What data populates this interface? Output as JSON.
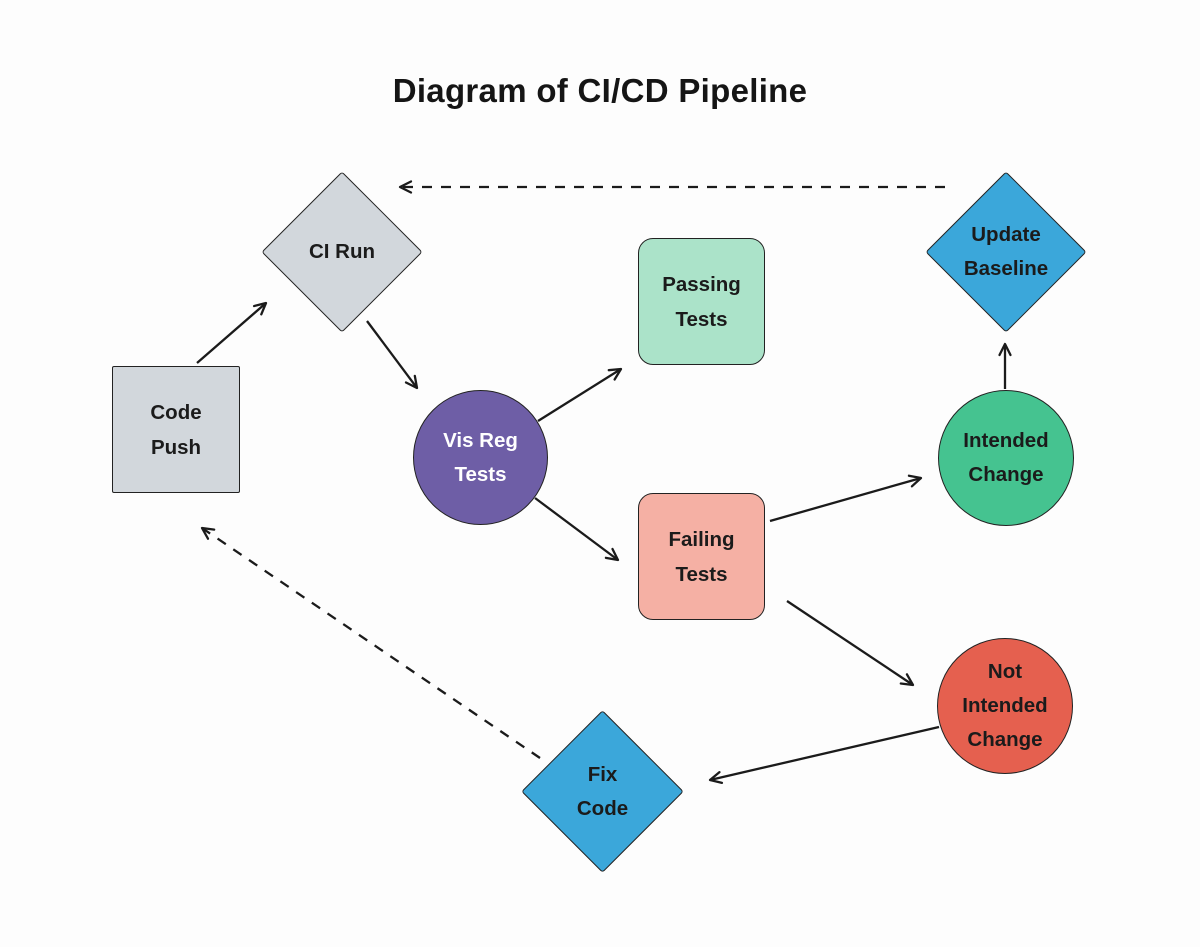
{
  "title": "Diagram of CI/CD Pipeline",
  "nodes": {
    "code_push": {
      "label": "Code Push",
      "lines": [
        "Code",
        "Push"
      ],
      "shape": "square",
      "fill": "#d2d7dc",
      "text_color": "#1b1b1b"
    },
    "ci_run": {
      "label": "CI Run",
      "lines": [
        "CI Run"
      ],
      "shape": "diamond",
      "fill": "#d2d7dc",
      "text_color": "#1b1b1b"
    },
    "vis_reg_tests": {
      "label": "Vis Reg Tests",
      "lines": [
        "Vis Reg",
        "Tests"
      ],
      "shape": "circle",
      "fill": "#6e5ea6",
      "text_color": "#ffffff"
    },
    "passing_tests": {
      "label": "Passing Tests",
      "lines": [
        "Passing",
        "Tests"
      ],
      "shape": "rounded-rectangle",
      "fill": "#abe3c9",
      "text_color": "#1b1b1b"
    },
    "failing_tests": {
      "label": "Failing Tests",
      "lines": [
        "Failing",
        "Tests"
      ],
      "shape": "rounded-rectangle",
      "fill": "#f5b0a4",
      "text_color": "#1b1b1b"
    },
    "intended_change": {
      "label": "Intended Change",
      "lines": [
        "Intended",
        "Change"
      ],
      "shape": "circle",
      "fill": "#45c390",
      "text_color": "#1b1b1b"
    },
    "not_intended_change": {
      "label": "Not Intended Change",
      "lines": [
        "Not",
        "Intended",
        "Change"
      ],
      "shape": "circle",
      "fill": "#e5604f",
      "text_color": "#1b1b1b"
    },
    "update_baseline": {
      "label": "Update Baseline",
      "lines": [
        "Update",
        "Baseline"
      ],
      "shape": "diamond",
      "fill": "#3ba7da",
      "text_color": "#1b1b1b"
    },
    "fix_code": {
      "label": "Fix Code",
      "lines": [
        "Fix",
        "Code"
      ],
      "shape": "diamond",
      "fill": "#3ba7da",
      "text_color": "#1b1b1b"
    }
  },
  "edges": [
    {
      "from": "Code Push",
      "to": "CI Run",
      "style": "solid"
    },
    {
      "from": "CI Run",
      "to": "Vis Reg Tests",
      "style": "solid"
    },
    {
      "from": "Vis Reg Tests",
      "to": "Passing Tests",
      "style": "solid"
    },
    {
      "from": "Vis Reg Tests",
      "to": "Failing Tests",
      "style": "solid"
    },
    {
      "from": "Failing Tests",
      "to": "Intended Change",
      "style": "solid"
    },
    {
      "from": "Failing Tests",
      "to": "Not Intended Change",
      "style": "solid"
    },
    {
      "from": "Intended Change",
      "to": "Update Baseline",
      "style": "solid"
    },
    {
      "from": "Not Intended Change",
      "to": "Fix Code",
      "style": "solid"
    },
    {
      "from": "Update Baseline",
      "to": "CI Run",
      "style": "dashed"
    },
    {
      "from": "Fix Code",
      "to": "Code Push",
      "style": "dashed"
    }
  ],
  "colors": {
    "background": "#fdfdfd",
    "gray_node": "#d2d7dc",
    "purple_node": "#6e5ea6",
    "mint_node": "#abe3c9",
    "salmon_node": "#f5b0a4",
    "green_node": "#45c390",
    "coral_node": "#e5604f",
    "blue_node": "#3ba7da",
    "edge_stroke": "#1b1b1b",
    "node_border": "#222222",
    "title_text": "#151515"
  }
}
